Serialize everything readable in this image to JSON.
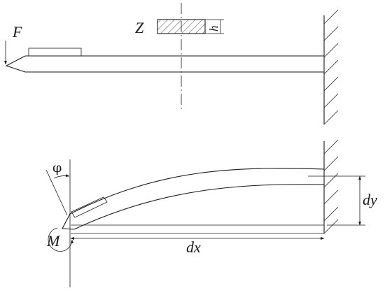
{
  "labels": {
    "force": "F",
    "section": "Z",
    "thickness": "h",
    "angle": "φ",
    "moment": "M",
    "dx": "dx",
    "dy": "dy"
  },
  "colors": {
    "ink": "#1a1a1a",
    "background": "#ffffff"
  }
}
